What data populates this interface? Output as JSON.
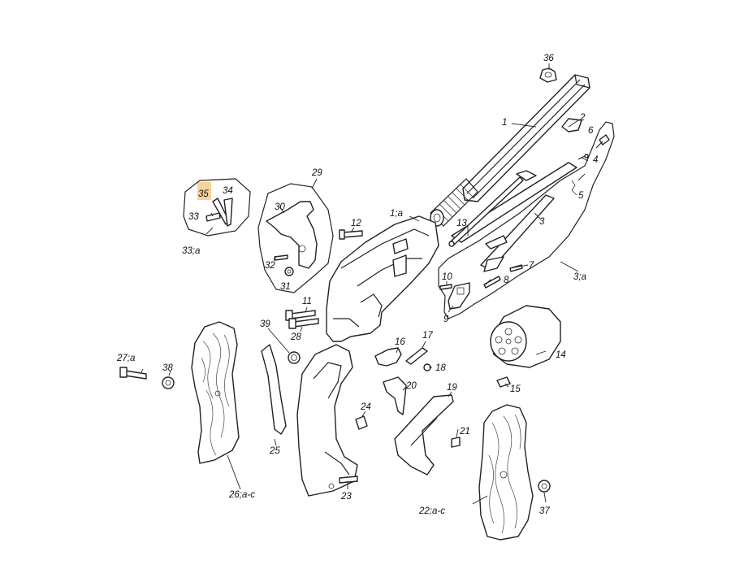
{
  "colors": {
    "highlight": "#f7c98c",
    "ink": "#222222",
    "background": "#ffffff"
  },
  "highlighted_part": "35",
  "labels": [
    {
      "id": "36",
      "text": "36"
    },
    {
      "id": "1",
      "text": "1"
    },
    {
      "id": "2",
      "text": "2"
    },
    {
      "id": "6",
      "text": "6"
    },
    {
      "id": "4",
      "text": "4"
    },
    {
      "id": "5",
      "text": "5"
    },
    {
      "id": "3",
      "text": "3"
    },
    {
      "id": "7",
      "text": "7"
    },
    {
      "id": "8",
      "text": "8"
    },
    {
      "id": "3a",
      "text": "3;a"
    },
    {
      "id": "35",
      "text": "35"
    },
    {
      "id": "34",
      "text": "34"
    },
    {
      "id": "33",
      "text": "33"
    },
    {
      "id": "33a",
      "text": "33;a"
    },
    {
      "id": "29",
      "text": "29"
    },
    {
      "id": "30",
      "text": "30"
    },
    {
      "id": "32",
      "text": "32"
    },
    {
      "id": "31",
      "text": "31"
    },
    {
      "id": "12",
      "text": "12"
    },
    {
      "id": "1a",
      "text": "1;a"
    },
    {
      "id": "13",
      "text": "13"
    },
    {
      "id": "10",
      "text": "10"
    },
    {
      "id": "9",
      "text": "9"
    },
    {
      "id": "11",
      "text": "11"
    },
    {
      "id": "28",
      "text": "28"
    },
    {
      "id": "39",
      "text": "39"
    },
    {
      "id": "27a",
      "text": "27;a"
    },
    {
      "id": "38",
      "text": "38"
    },
    {
      "id": "16",
      "text": "16"
    },
    {
      "id": "17",
      "text": "17"
    },
    {
      "id": "18",
      "text": "18"
    },
    {
      "id": "14",
      "text": "14"
    },
    {
      "id": "20",
      "text": "20"
    },
    {
      "id": "15",
      "text": "15"
    },
    {
      "id": "19",
      "text": "19"
    },
    {
      "id": "24",
      "text": "24"
    },
    {
      "id": "21",
      "text": "21"
    },
    {
      "id": "25",
      "text": "25"
    },
    {
      "id": "26ac",
      "text": "26;a-c"
    },
    {
      "id": "23",
      "text": "23"
    },
    {
      "id": "22ac",
      "text": "22;a-c"
    },
    {
      "id": "37",
      "text": "37"
    }
  ]
}
